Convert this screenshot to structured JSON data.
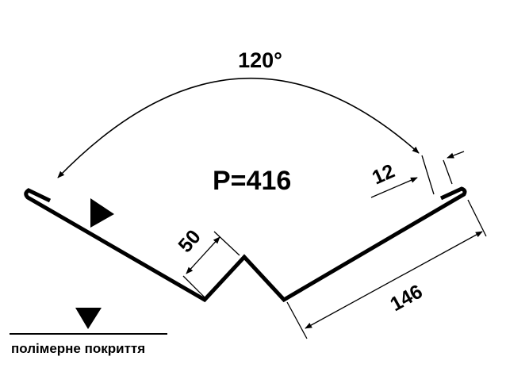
{
  "diagram": {
    "angle_label": "120°",
    "perimeter_label": "P=416",
    "dim_hem": "12",
    "dim_ridge": "50",
    "dim_side": "146",
    "legend_text": "полімерне покриття",
    "colors": {
      "line": "#000000",
      "background": "#ffffff"
    },
    "icons": [
      "coating-side-triangle-icon",
      "legend-triangle-icon"
    ]
  }
}
